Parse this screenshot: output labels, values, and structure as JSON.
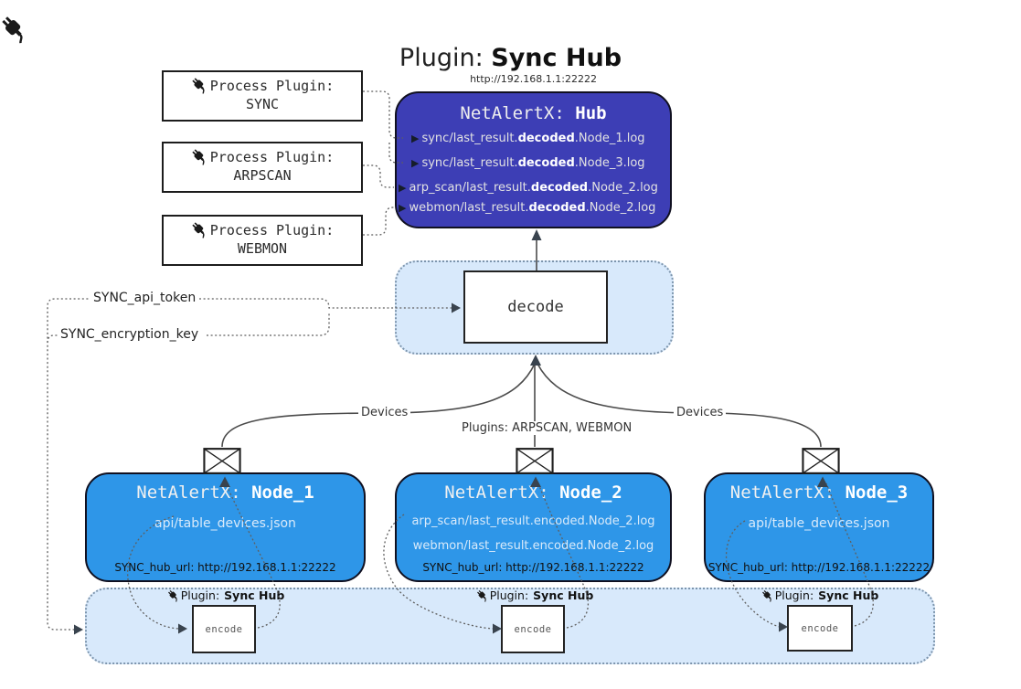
{
  "title": {
    "prefix": "Plugin: ",
    "bold": "Sync Hub"
  },
  "icons": {
    "log_arrow": "▶"
  },
  "hub": {
    "url": "http://192.168.1.1:22222",
    "name_prefix": "NetAlertX: ",
    "name_bold": "Hub",
    "logs": [
      {
        "pre": "sync/last_result.",
        "bold": "decoded",
        "post": ".Node_1.log"
      },
      {
        "pre": "sync/last_result.",
        "bold": "decoded",
        "post": ".Node_3.log"
      },
      {
        "pre": "arp_scan/last_result.",
        "bold": "decoded",
        "post": ".Node_2.log"
      },
      {
        "pre": "webmon/last_result.",
        "bold": "decoded",
        "post": ".Node_2.log"
      }
    ]
  },
  "process_plugins": [
    {
      "label": "Process Plugin:",
      "name": "SYNC"
    },
    {
      "label": "Process Plugin:",
      "name": "ARPSCAN"
    },
    {
      "label": "Process Plugin:",
      "name": "WEBMON"
    }
  ],
  "decode": {
    "label": "decode"
  },
  "tokens": {
    "api_token": "SYNC_api_token",
    "encryption_key": "SYNC_encryption_key"
  },
  "edge_labels": {
    "devices_left": "Devices",
    "devices_right": "Devices",
    "plugins_mid": "Plugins: ARPSCAN, WEBMON"
  },
  "nodes": [
    {
      "name_prefix": "NetAlertX: ",
      "name_bold": "Node_1",
      "files": [
        "api/table_devices.json"
      ],
      "hub_url": "SYNC_hub_url: http://192.168.1.1:22222"
    },
    {
      "name_prefix": "NetAlertX: ",
      "name_bold": "Node_2",
      "files": [
        "arp_scan/last_result.encoded.Node_2.log",
        "webmon/last_result.encoded.Node_2.log"
      ],
      "hub_url": "SYNC_hub_url: http://192.168.1.1:22222"
    },
    {
      "name_prefix": "NetAlertX: ",
      "name_bold": "Node_3",
      "files": [
        "api/table_devices.json"
      ],
      "hub_url": "SYNC_hub_url: http://192.168.1.1:22222"
    }
  ],
  "encoder": {
    "label_prefix": "Plugin: ",
    "label_bold": "Sync Hub",
    "box_label": "encode"
  },
  "colors": {
    "hub_fill": "#3d3eb5",
    "node_fill": "#2e96e8",
    "panel_fill": "#d8e9fb",
    "panel_border": "#7d95ad",
    "line": "#4b4b4b"
  }
}
